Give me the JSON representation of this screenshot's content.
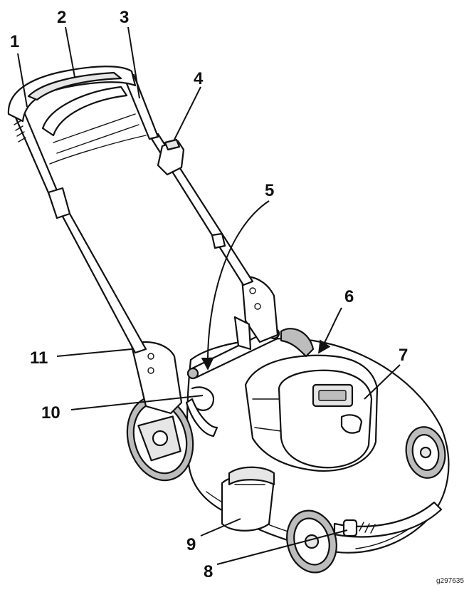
{
  "figure_id": "g297635",
  "callouts": [
    {
      "label": "1"
    },
    {
      "label": "2"
    },
    {
      "label": "3"
    },
    {
      "label": "4"
    },
    {
      "label": "5"
    },
    {
      "label": "6"
    },
    {
      "label": "7"
    },
    {
      "label": "8"
    },
    {
      "label": "9"
    },
    {
      "label": "10"
    },
    {
      "label": "11"
    }
  ]
}
